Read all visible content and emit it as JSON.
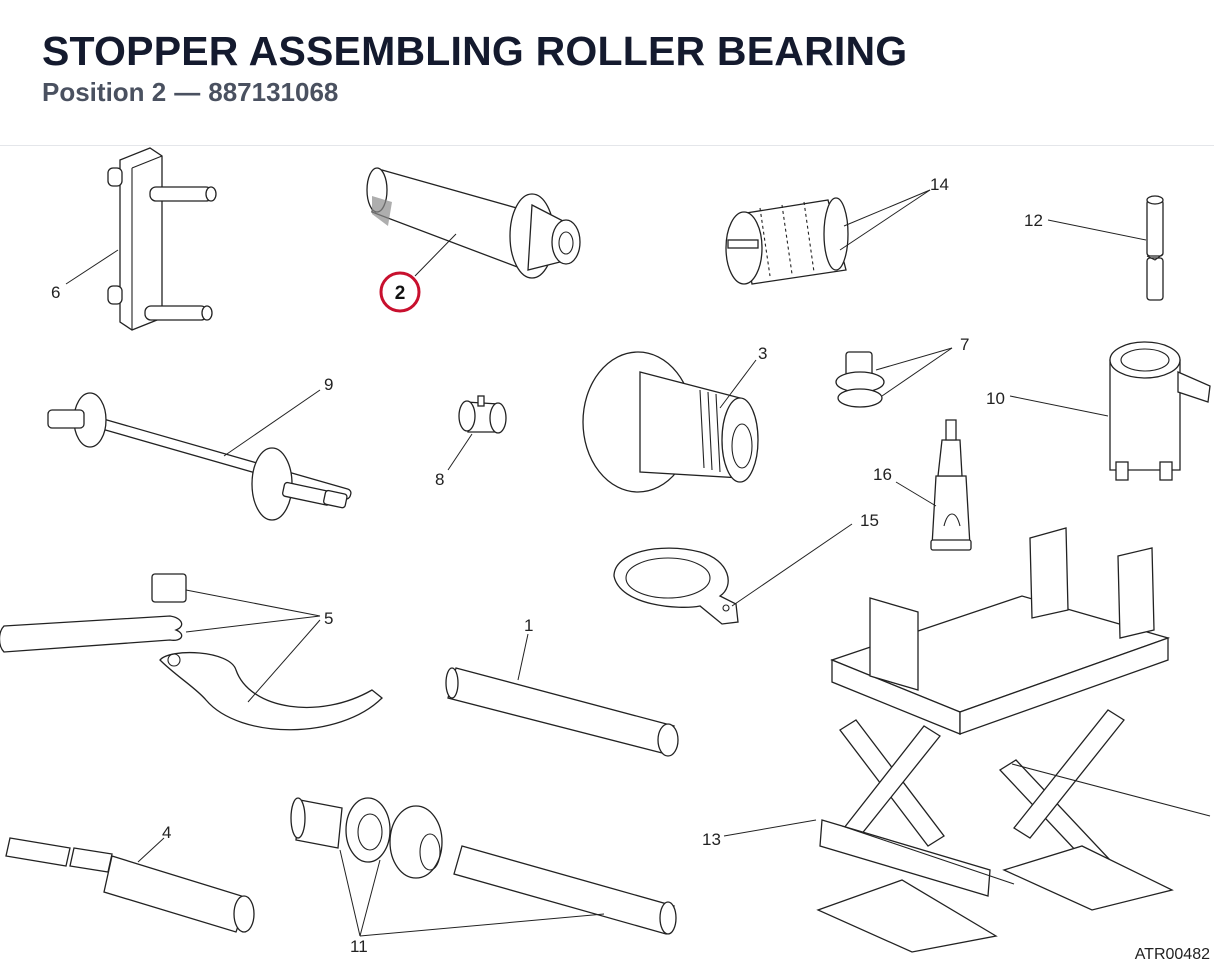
{
  "header": {
    "title": "STOPPER ASSEMBLING ROLLER BEARING",
    "position_label": "Position 2",
    "separator": "—",
    "part_number": "887131068"
  },
  "document_ref": "ATR00482",
  "highlight": {
    "label": "2",
    "color": "#c8102e"
  },
  "callouts": [
    "6",
    "9",
    "8",
    "3",
    "14",
    "12",
    "7",
    "10",
    "16",
    "15",
    "5",
    "1",
    "4",
    "11",
    "13"
  ]
}
